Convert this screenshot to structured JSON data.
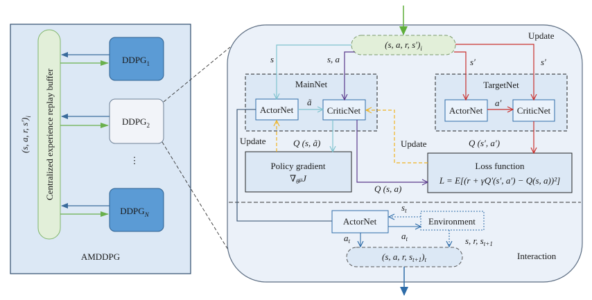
{
  "left_panel": {
    "title": "AMDDPG",
    "buffer_label": "Centralized experience replay buffer",
    "tuple_label": "(s, a, r, s′)",
    "tuple_sub": "i",
    "agents": [
      {
        "name": "DDPG",
        "sub": "1",
        "highlighted": false
      },
      {
        "name": "DDPG",
        "sub": "2",
        "highlighted": true
      },
      {
        "name": "DDPG",
        "sub": "N",
        "highlighted": false
      }
    ],
    "ellipsis": "⋮"
  },
  "right_panel": {
    "sample_tuple": "(s, a, r, s′)",
    "sample_tuple_sub": "i",
    "update_section_label": "Update",
    "interaction_section_label": "Interaction",
    "edge_labels": {
      "s": "s",
      "s_a": "s, a",
      "s_prime_1": "s′",
      "s_prime_2": "s′",
      "a_tilde": "ã",
      "a_prime": "a′",
      "q_s_atilde": "Q (s, ã)",
      "q_sprime_aprime": "Q (s′, a′)",
      "q_s_a": "Q (s, a)",
      "update_left": "Update",
      "update_mid": "Update",
      "s_t": "s",
      "a_t_left": "a",
      "a_t_mid": "a",
      "env_out": "s, r, s",
      "t_sub": "t",
      "t1_sub": "t+1"
    },
    "main_net": {
      "title": "MainNet",
      "actor": "ActorNet",
      "critic": "CriticNet"
    },
    "target_net": {
      "title": "TargetNet",
      "actor": "ActorNet",
      "critic": "CriticNet"
    },
    "policy_gradient": {
      "title": "Policy gradient",
      "formula": "∇",
      "formula_sub": "θ",
      "formula_sup": "μ",
      "formula_tail": "J"
    },
    "loss_function": {
      "title": "Loss function",
      "formula": "L = E[(r + γQ′(s′, a′) − Q(s, a))²]"
    },
    "interaction": {
      "actor": "ActorNet",
      "environment": "Environment",
      "transition": "(s, a, r, s",
      "transition_close": ")"
    }
  },
  "colors": {
    "panel_bg": "#dce8f5",
    "right_bg": "#ebf1f9",
    "agent_blue": "#5b9bd5",
    "agent_light": "#f2f4f9",
    "buffer_green": "#e2efd9",
    "arrow_blue": "#2e6ca8",
    "arrow_green": "#5fae3a",
    "cyan": "#7fc3cf",
    "purple": "#5b3a8c",
    "red": "#c9302c",
    "orange": "#f0b323",
    "box_border": "#2e6ca8",
    "dark": "#1f3a5a"
  }
}
